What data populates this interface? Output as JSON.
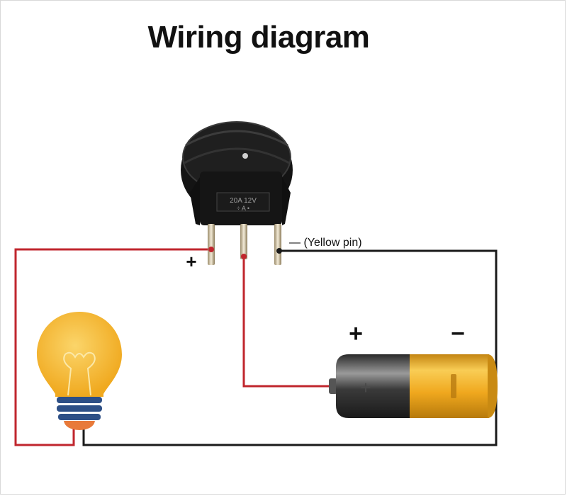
{
  "title": "Wiring diagram",
  "switch": {
    "rating": "20A 12V",
    "pin_marks": "÷  A  •"
  },
  "labels": {
    "plus_pin": "+",
    "yellow_pin": "— (Yellow pin)",
    "battery_plus": "+",
    "battery_minus": "−"
  },
  "colors": {
    "positive_wire": "#c0262d",
    "negative_wire": "#1a1a1a",
    "bulb": "#f5b82e",
    "battery_body": "#f2b124"
  }
}
